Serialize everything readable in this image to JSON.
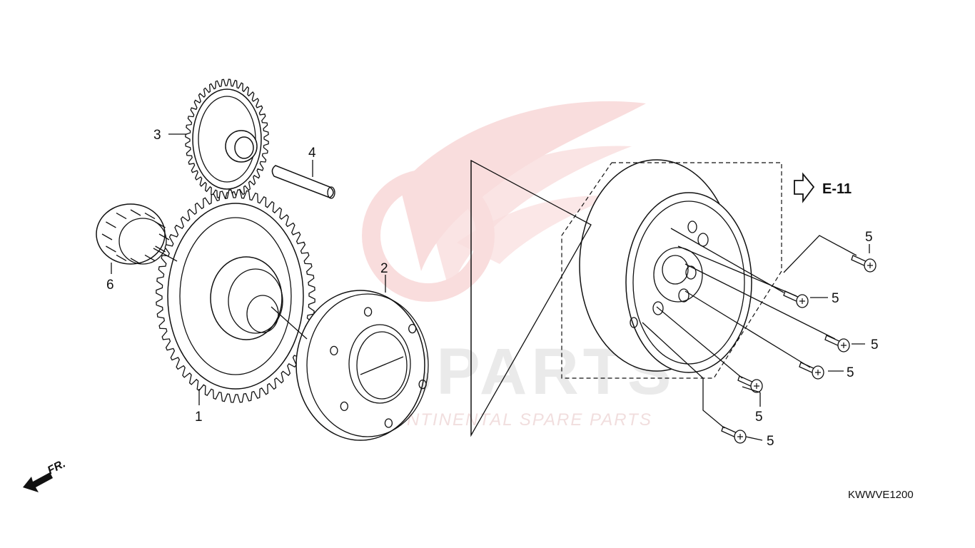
{
  "diagram": {
    "parts": [
      {
        "id": "part-1",
        "label": "1"
      },
      {
        "id": "part-2",
        "label": "2"
      },
      {
        "id": "part-3",
        "label": "3"
      },
      {
        "id": "part-4",
        "label": "4"
      },
      {
        "id": "part-5",
        "label": "5"
      },
      {
        "id": "part-6",
        "label": "6"
      }
    ],
    "reference": {
      "label": "E-11"
    },
    "direction": {
      "label": "FR."
    },
    "diagram_code": "KWWVE1200"
  },
  "watermark": {
    "brand": "ICSPARTS",
    "tagline": "INTERCONTINENTAL SPARE PARTS",
    "color": "#f2b8b8"
  },
  "colors": {
    "line": "#111111",
    "background": "#ffffff"
  }
}
